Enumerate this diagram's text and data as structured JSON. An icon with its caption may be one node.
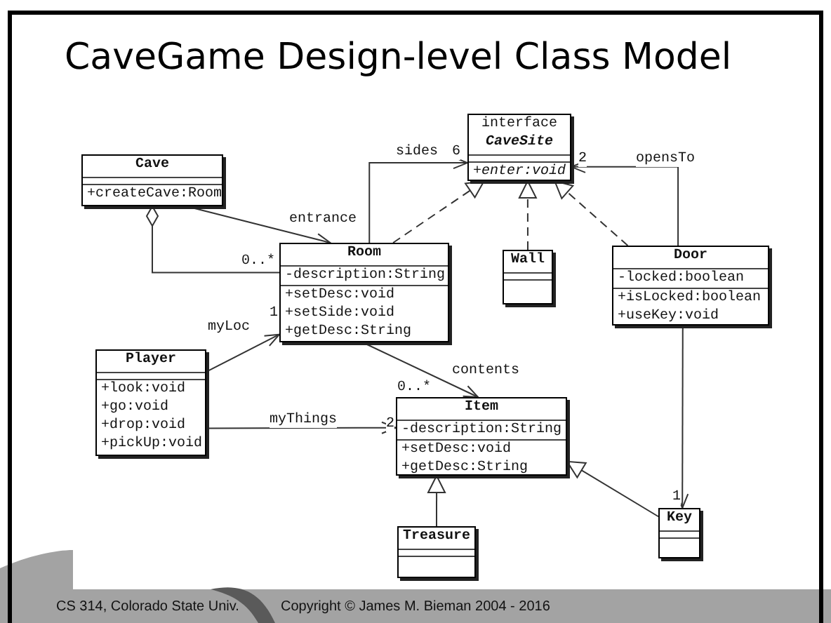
{
  "diagram": {
    "title": "CaveGame Design-level Class Model",
    "nodes": [
      {
        "text": [
          "Cave",
          "+createCave:Room"
        ]
      },
      {
        "text": [
          "interface",
          "CaveSite",
          "+enter:void"
        ]
      },
      {
        "text": [
          "Room",
          "-description:String",
          "+setDesc:void",
          "+setSide:void",
          "+getDesc:String"
        ]
      },
      {
        "text": [
          "Wall"
        ]
      },
      {
        "text": [
          "Door",
          "-locked:boolean",
          "+isLocked:boolean",
          "+useKey:void"
        ]
      },
      {
        "text": [
          "Player",
          "+look:void",
          "+go:void",
          "+drop:void",
          "+pickUp:void"
        ]
      },
      {
        "text": [
          "Item",
          "-description:String",
          "+setDesc:void",
          "+getDesc:String"
        ]
      },
      {
        "text": [
          "Treasure"
        ]
      },
      {
        "text": [
          "Key"
        ]
      }
    ],
    "edges": [
      {
        "from": 0,
        "to": 2,
        "arrow": "to",
        "label": "entrance"
      },
      {
        "from": 0,
        "to": 2,
        "arrow": "other"
      },
      {
        "from": 2,
        "to": 1,
        "arrow": "to",
        "label": "sides"
      },
      {
        "from": 2,
        "to": 1,
        "arrow": "to",
        "style": "dashed"
      },
      {
        "from": 3,
        "to": 1,
        "arrow": "to",
        "style": "dashed"
      },
      {
        "from": 4,
        "to": 1,
        "arrow": "to",
        "style": "dashed"
      },
      {
        "from": 4,
        "to": 1,
        "arrow": "to",
        "label": "opensTo"
      },
      {
        "from": 4,
        "to": 8,
        "arrow": "to"
      },
      {
        "from": 5,
        "to": 2,
        "arrow": "to",
        "label": "myLoc"
      },
      {
        "from": 5,
        "to": 6,
        "arrow": "to",
        "label": "myThings"
      },
      {
        "from": 2,
        "to": 6,
        "arrow": "to",
        "label": "contents"
      },
      {
        "from": 7,
        "to": 6,
        "arrow": "to"
      },
      {
        "from": 8,
        "to": 6,
        "arrow": "to"
      }
    ],
    "labels": [
      "6",
      "2",
      "0..*",
      "1",
      "0..*",
      "2",
      "1",
      "CS 314, Colorado State Univ.",
      "Copyright © James M. Bieman 2004 - 2016"
    ]
  }
}
